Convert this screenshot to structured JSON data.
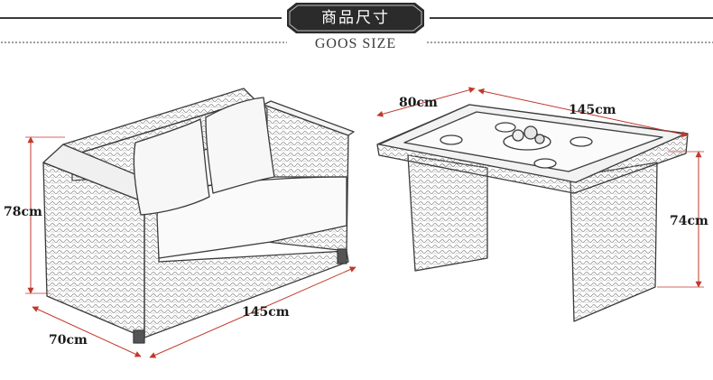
{
  "header": {
    "title": "商品尺寸",
    "subtitle": "GOOS SIZE"
  },
  "colors": {
    "dimension_line": "#c0392b",
    "header_badge": "#2b2b2b",
    "sketch": "#3c3c3c"
  },
  "sofa": {
    "height_label": "78cm",
    "width_label": "145cm",
    "depth_label": "70cm"
  },
  "table": {
    "depth_label": "80cm",
    "width_label": "145cm",
    "height_label": "74cm"
  }
}
